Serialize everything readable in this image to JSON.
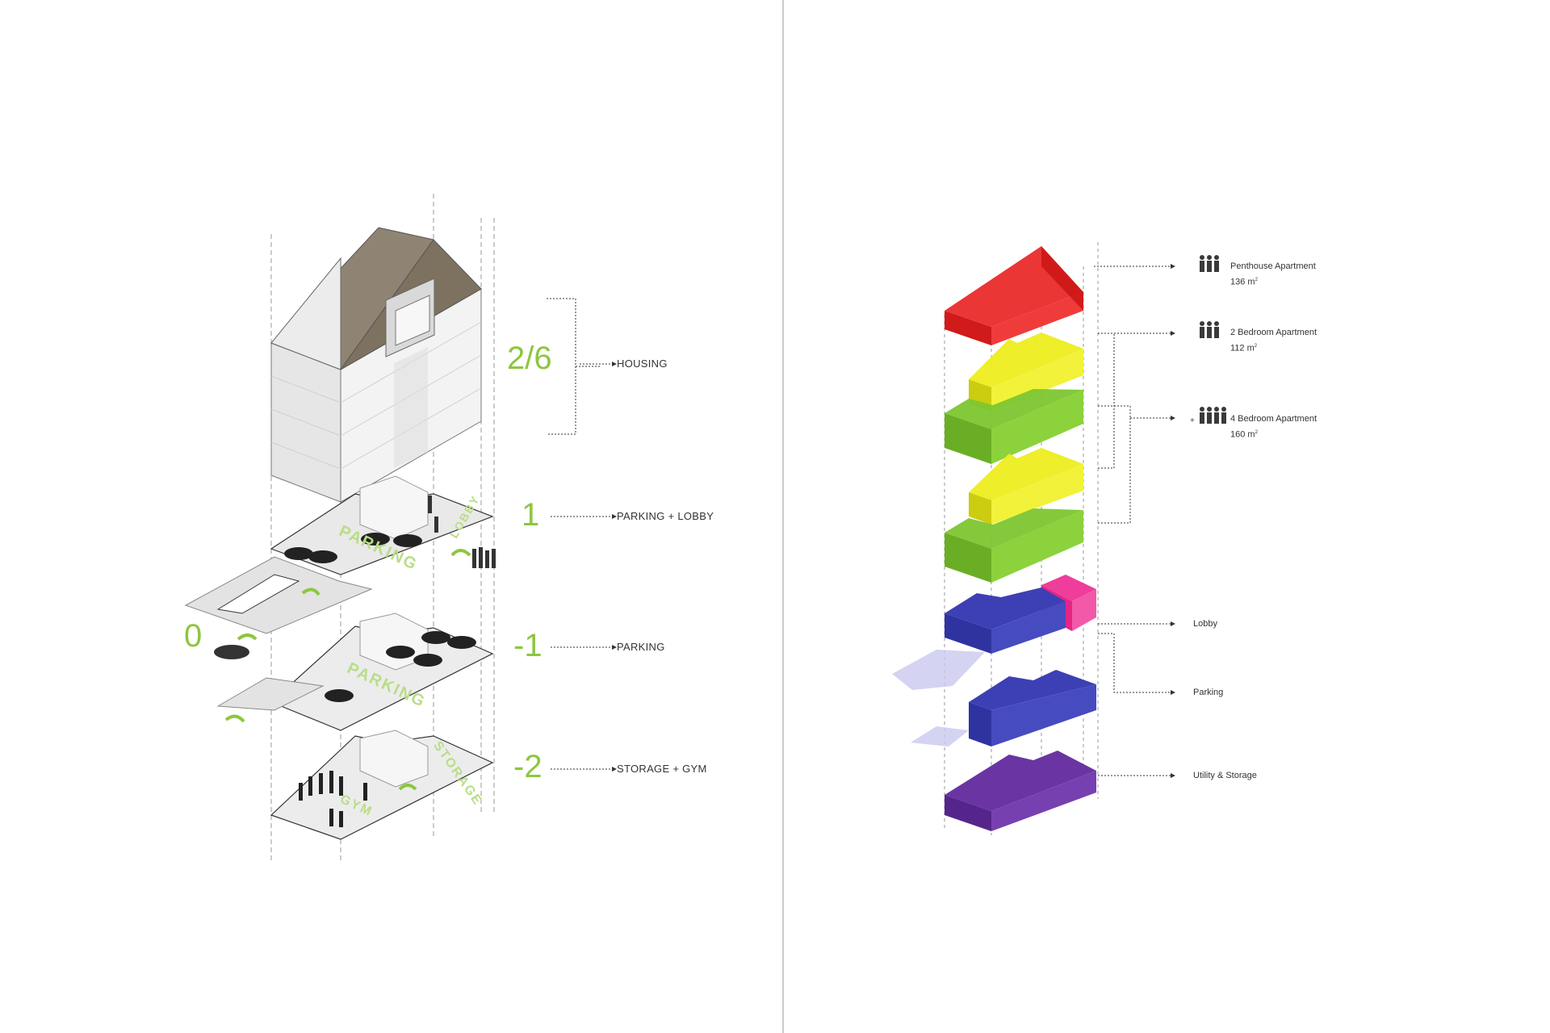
{
  "left_diagram": {
    "levels": [
      {
        "number": "2/6",
        "label": "HOUSING"
      },
      {
        "number": "1",
        "label": "PARKING + LOBBY"
      },
      {
        "number": "0",
        "label": ""
      },
      {
        "number": "-1",
        "label": "PARKING"
      },
      {
        "number": "-2",
        "label": "STORAGE + GYM"
      }
    ],
    "floor_words": {
      "parking_upper": "PARKING",
      "lobby": "LOBBY",
      "parking_lower": "PARKING",
      "storage": "STORAGE",
      "gym": "GYM"
    }
  },
  "right_diagram": {
    "units": [
      {
        "name": "Penthouse Apartment",
        "area": "136 m",
        "area_sup": "2",
        "color": "#e8262b"
      },
      {
        "name": "2 Bedroom Apartment",
        "area": "112 m",
        "area_sup": "2",
        "color": "#e6e61a"
      },
      {
        "name": "4 Bedroom Apartment",
        "area": "160 m",
        "area_sup": "2",
        "color": "#7ac431",
        "prefix": "+"
      }
    ],
    "services": [
      {
        "name": "Lobby",
        "color": "#ea1e8c"
      },
      {
        "name": "Parking",
        "color": "#3b3fb0"
      },
      {
        "name": "Utility & Storage",
        "color": "#5c2d91"
      }
    ]
  }
}
